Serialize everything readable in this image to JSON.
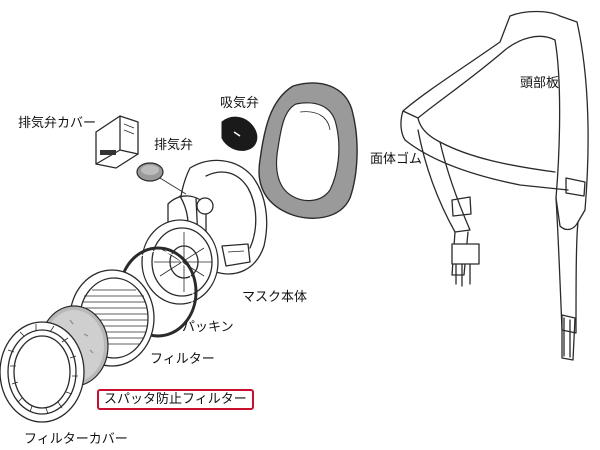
{
  "labels": {
    "exhaust_valve_cover": "排気弁カバー",
    "exhaust_valve": "排気弁",
    "inhalation_valve": "吸気弁",
    "face_rubber": "面体ゴム",
    "head_strap": "頭部板",
    "mask_body": "マスク本体",
    "gasket": "パッキン",
    "filter": "フィルター",
    "spatter_filter": "スパッタ防止フィルター",
    "filter_cover": "フィルターカバー"
  },
  "colors": {
    "line": "#2a2a2a",
    "highlight_border": "#c8102e",
    "rubber_gray": "#9a9a9a",
    "dark_part": "#1a1a1a"
  }
}
